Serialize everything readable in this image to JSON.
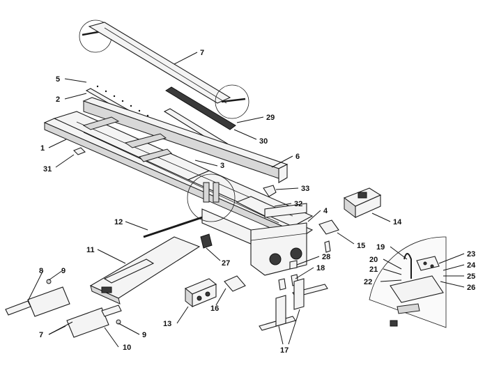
{
  "diagram": {
    "callouts": [
      {
        "id": "c1",
        "label": "1"
      },
      {
        "id": "c2",
        "label": "2"
      },
      {
        "id": "c3",
        "label": "3"
      },
      {
        "id": "c4",
        "label": "4"
      },
      {
        "id": "c5",
        "label": "5"
      },
      {
        "id": "c6",
        "label": "6"
      },
      {
        "id": "c7a",
        "label": "7"
      },
      {
        "id": "c7b",
        "label": "7"
      },
      {
        "id": "c8",
        "label": "8"
      },
      {
        "id": "c9a",
        "label": "9"
      },
      {
        "id": "c9b",
        "label": "9"
      },
      {
        "id": "c10",
        "label": "10"
      },
      {
        "id": "c11",
        "label": "11"
      },
      {
        "id": "c12",
        "label": "12"
      },
      {
        "id": "c13",
        "label": "13"
      },
      {
        "id": "c14",
        "label": "14"
      },
      {
        "id": "c15",
        "label": "15"
      },
      {
        "id": "c16",
        "label": "16"
      },
      {
        "id": "c17",
        "label": "17"
      },
      {
        "id": "c18",
        "label": "18"
      },
      {
        "id": "c19",
        "label": "19"
      },
      {
        "id": "c20",
        "label": "20"
      },
      {
        "id": "c21",
        "label": "21"
      },
      {
        "id": "c22",
        "label": "22"
      },
      {
        "id": "c23",
        "label": "23"
      },
      {
        "id": "c24",
        "label": "24"
      },
      {
        "id": "c25",
        "label": "25"
      },
      {
        "id": "c26",
        "label": "26"
      },
      {
        "id": "c27",
        "label": "27"
      },
      {
        "id": "c28",
        "label": "28"
      },
      {
        "id": "c29",
        "label": "29"
      },
      {
        "id": "c30",
        "label": "30"
      },
      {
        "id": "c31",
        "label": "31"
      },
      {
        "id": "c32",
        "label": "32"
      },
      {
        "id": "c33",
        "label": "33"
      }
    ]
  }
}
